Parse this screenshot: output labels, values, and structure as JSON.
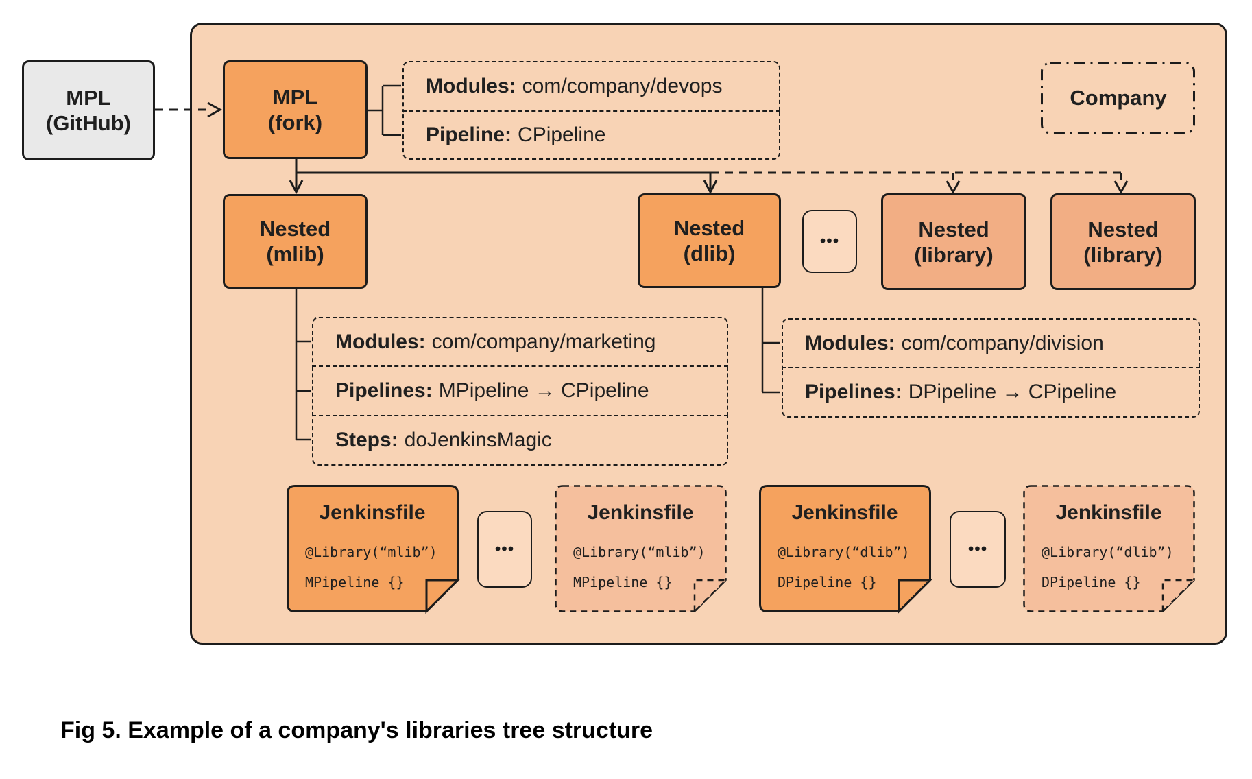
{
  "figure": {
    "caption": "Fig 5. Example of a company's libraries tree structure"
  },
  "colors": {
    "container_fill": "#f8d3b5",
    "node_orange": "#f5a25e",
    "node_salmon": "#f2ae84",
    "jenkins_dashed_fill": "#f5bf9d",
    "github_gray": "#e9e9e9",
    "stroke": "#1c1c1c"
  },
  "nodes": {
    "github": {
      "line1": "MPL",
      "line2": "(GitHub)"
    },
    "fork": {
      "line1": "MPL",
      "line2": "(fork)"
    },
    "mlib": {
      "line1": "Nested",
      "line2": "(mlib)"
    },
    "dlib": {
      "line1": "Nested",
      "line2": "(dlib)"
    },
    "library1": {
      "line1": "Nested",
      "line2": "(library)"
    },
    "library2": {
      "line1": "Nested",
      "line2": "(library)"
    },
    "company_label": "Company",
    "ellipsis": "•••"
  },
  "fork_annotations": [
    {
      "label": "Modules:",
      "value": "com/company/devops"
    },
    {
      "label": "Pipeline:",
      "value": "CPipeline"
    }
  ],
  "mlib_annotations": [
    {
      "label": "Modules:",
      "value": "com/company/marketing"
    },
    {
      "label": "Pipelines:",
      "value": "MPipeline → CPipeline"
    },
    {
      "label": "Steps:",
      "value": "doJenkinsMagic"
    }
  ],
  "dlib_annotations": [
    {
      "label": "Modules:",
      "value": "com/company/division"
    },
    {
      "label": "Pipelines:",
      "value": "DPipeline → CPipeline"
    }
  ],
  "jenkinsfiles": [
    {
      "title": "Jenkinsfile",
      "code": [
        "@Library(“mlib”)",
        "MPipeline {}"
      ],
      "variant": "solid"
    },
    {
      "title": "Jenkinsfile",
      "code": [
        "@Library(“mlib”)",
        "MPipeline {}"
      ],
      "variant": "dashed"
    },
    {
      "title": "Jenkinsfile",
      "code": [
        "@Library(“dlib”)",
        "DPipeline {}"
      ],
      "variant": "solid"
    },
    {
      "title": "Jenkinsfile",
      "code": [
        "@Library(“dlib”)",
        "DPipeline {}"
      ],
      "variant": "dashed"
    }
  ]
}
